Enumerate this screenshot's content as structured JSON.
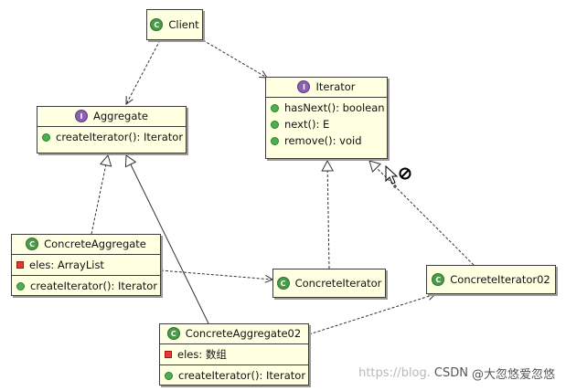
{
  "classes": {
    "client": {
      "name": "Client",
      "kind": "class"
    },
    "iterator": {
      "name": "Iterator",
      "kind": "interface",
      "methods": [
        "hasNext(): boolean",
        "next(): E",
        "remove(): void"
      ]
    },
    "aggregate": {
      "name": "Aggregate",
      "kind": "interface",
      "methods": [
        "createIterator(): Iterator"
      ]
    },
    "concrete_aggregate": {
      "name": "ConcreteAggregate",
      "kind": "class",
      "fields": [
        "eles: ArrayList"
      ],
      "methods": [
        "createIterator(): Iterator"
      ]
    },
    "concrete_iterator": {
      "name": "ConcreteIterator",
      "kind": "class"
    },
    "concrete_iterator02": {
      "name": "ConcreteIterator02",
      "kind": "class"
    },
    "concrete_aggregate02": {
      "name": "ConcreteAggregate02",
      "kind": "class",
      "fields": [
        "eles: 数组"
      ],
      "methods": [
        "createIterator(): Iterator"
      ]
    }
  },
  "icons": {
    "class": "C",
    "interface": "I"
  },
  "watermark": {
    "faint": "https://blog.",
    "site": "CSDN",
    "author": "@大忽悠爱忽悠"
  },
  "colors": {
    "box_fill": "#ffffe1",
    "border": "#3c3c3c",
    "class_icon": "#4a9a4a",
    "interface_icon": "#8b5fb5"
  }
}
